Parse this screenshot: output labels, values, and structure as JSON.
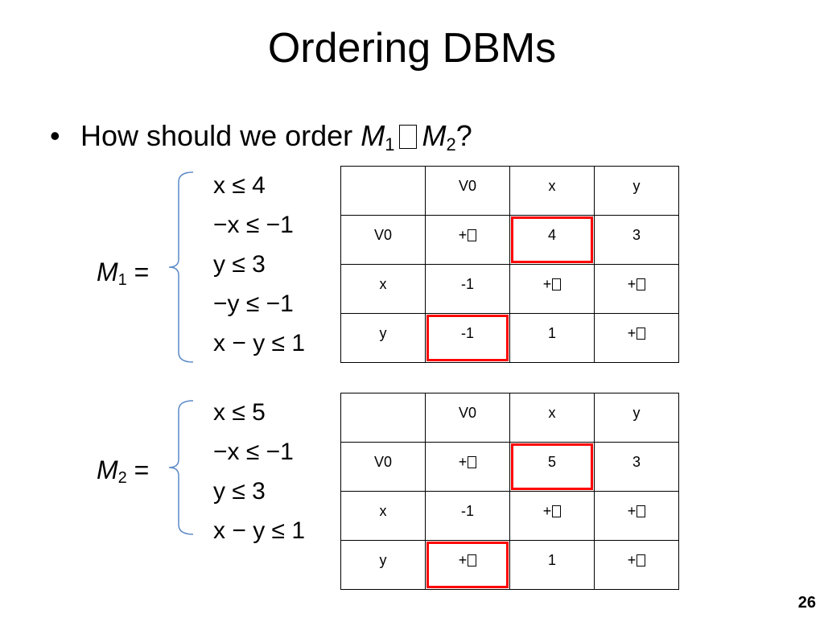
{
  "slide": {
    "title": "Ordering DBMs",
    "bullet": {
      "prefix": "How should we order",
      "m": "M",
      "sub1": "1",
      "sub2": "2",
      "suffix": "?"
    },
    "page_number": "26"
  },
  "m1": {
    "label_m": "M",
    "label_sub": "1",
    "label_eq": " =",
    "constraints": [
      "x ≤ 4",
      "−x ≤ −1",
      "y ≤ 3",
      "−y ≤ −1",
      "x − y ≤ 1"
    ],
    "table": [
      [
        "",
        "V0",
        "x",
        "y"
      ],
      [
        "V0",
        "+∞",
        "4",
        "3"
      ],
      [
        "x",
        "-1",
        "+∞",
        "+∞"
      ],
      [
        "y",
        "-1",
        "1",
        "+∞"
      ]
    ],
    "highlighted_cells": [
      [
        1,
        2
      ],
      [
        3,
        1
      ]
    ]
  },
  "m2": {
    "label_m": "M",
    "label_sub": "2",
    "label_eq": " =",
    "constraints": [
      "x ≤ 5",
      "−x ≤ −1",
      "y ≤ 3",
      "x − y ≤ 1"
    ],
    "table": [
      [
        "",
        "V0",
        "x",
        "y"
      ],
      [
        "V0",
        "+∞",
        "5",
        "3"
      ],
      [
        "x",
        "-1",
        "+∞",
        "+∞"
      ],
      [
        "y",
        "+∞",
        "1",
        "+∞"
      ]
    ],
    "highlighted_cells": [
      [
        1,
        2
      ],
      [
        3,
        1
      ]
    ]
  },
  "colors": {
    "highlight": "#ff0000",
    "brace": "#5b8ac7"
  }
}
